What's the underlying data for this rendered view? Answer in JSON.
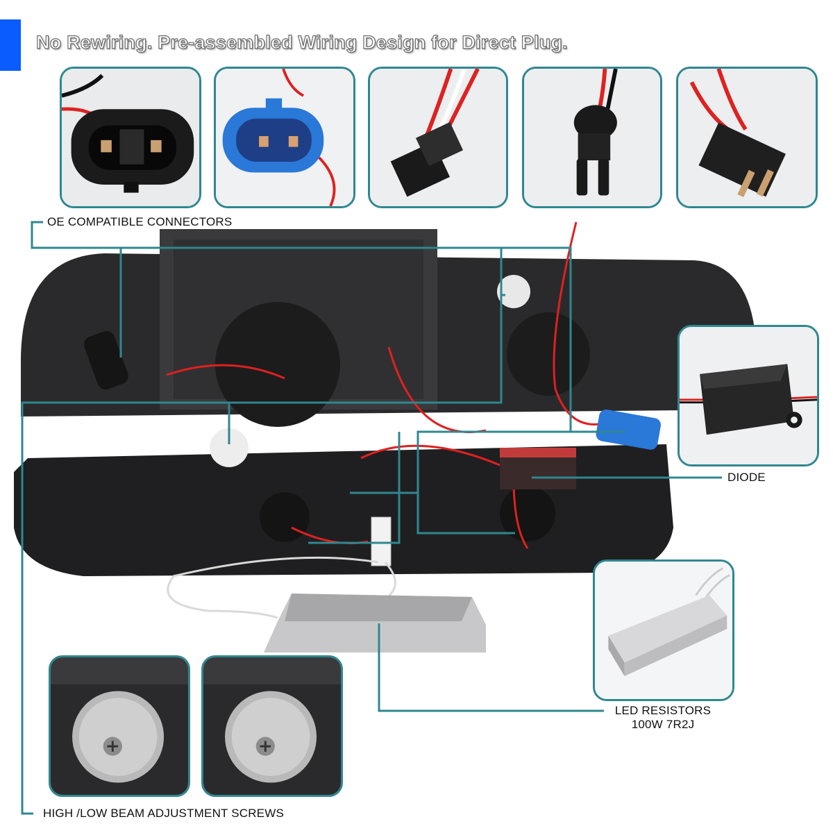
{
  "header": {
    "title": "No Rewiring. Pre-assembled Wiring Design for Direct Plug.",
    "accent_color": "#0a5cff"
  },
  "connector_insets": [
    {
      "name": "black-9006-connector"
    },
    {
      "name": "blue-9006-connector"
    },
    {
      "name": "wedge-socket-connector-1"
    },
    {
      "name": "wedge-socket-connector-2"
    },
    {
      "name": "wedge-socket-connector-3"
    }
  ],
  "labels": {
    "oe_connectors": "OE COMPATIBLE CONNECTORS",
    "diode": "DIODE",
    "led_resistors_line1": "LED RESISTORS",
    "led_resistors_line2": "100W 7R2J",
    "adjustment_screws": "HIGH /LOW BEAM ADJUSTMENT SCREWS"
  },
  "colors": {
    "panel_border": "#2f8790",
    "callout_line": "#2f8790",
    "housing": "#2b2b2d",
    "wire_red": "#e02020",
    "connector_blue": "#2a78d8"
  }
}
